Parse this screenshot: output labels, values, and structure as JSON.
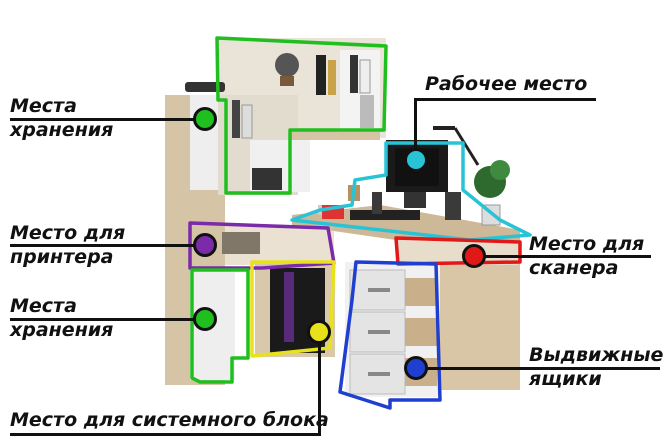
{
  "labels": {
    "storage_top": [
      "Места",
      "хранения"
    ],
    "workplace": "Рабочее место",
    "printer": [
      "Место для",
      "принтера"
    ],
    "scanner": [
      "Место для",
      "сканера"
    ],
    "storage_bottom": [
      "Места",
      "хранения"
    ],
    "drawers": [
      "Выдвижные",
      "ящики"
    ],
    "system_unit": "Место для системного блока"
  },
  "colors": {
    "storage_top": "#1fbf1f",
    "workplace": "#29c3d6",
    "printer": "#7b2aa8",
    "scanner": "#e01818",
    "storage_bottom": "#1fbf1f",
    "drawers": "#1f3fd1",
    "system_unit": "#e8e21a"
  }
}
